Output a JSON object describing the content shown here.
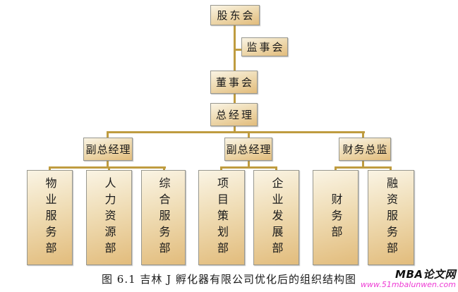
{
  "figure": {
    "caption": "图 6.1 吉林 J 孵化器有限公司优化后的组织结构图"
  },
  "org_chart": {
    "type": "organization-tree",
    "level1": {
      "shareholders": "股东会",
      "supervisory_board": "监事会",
      "board_of_directors": "董事会",
      "general_manager": "总经理"
    },
    "level2": {
      "deputy_gm_left": "副总经理",
      "deputy_gm_mid": "副总经理",
      "finance_director": "财务总监"
    },
    "departments": [
      "物业服务部",
      "人力资源部",
      "综合服务部",
      "项目策划部",
      "企业发展部",
      "财务部",
      "融资服务部"
    ],
    "edges": [
      "股东会→监事会",
      "股东会→董事会",
      "董事会→总经理",
      "总经理→副总经理(左)",
      "总经理→副总经理(中)",
      "总经理→财务总监",
      "副总经理(左)→物业服务部",
      "副总经理(左)→人力资源部",
      "副总经理(左)→综合服务部",
      "副总经理(中)→项目策划部",
      "副总经理(中)→企业发展部",
      "财务总监→财务部",
      "财务总监→融资服务部"
    ]
  },
  "watermark": {
    "site_name": "MBA论文网",
    "site_url": "www.51mbalunwen.com"
  },
  "colors": {
    "connector": "#bf9c40",
    "box_border": "#97978f",
    "box_grad_top": "#faf4e4",
    "box_grad_mid": "#efdcb4",
    "box_grad_bottom": "#e2bc7c",
    "watermark_url": "#ee3ad4"
  }
}
